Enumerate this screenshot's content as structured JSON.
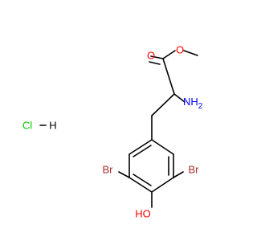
{
  "molecule": {
    "labels": {
      "ester_oxygen": "O",
      "carbonyl_oxygen": "O",
      "amine": "NH",
      "amine_h": "2",
      "bromine_left": "Br",
      "bromine_right": "Br",
      "hydroxyl": "HO",
      "hcl_cl": "Cl",
      "hcl_h": "H"
    },
    "colors": {
      "oxygen": "#ff0000",
      "nitrogen": "#0000ff",
      "bromine": "#a52a2a",
      "chlorine": "#00cc00",
      "bond": "#000000",
      "carbon": "#000000"
    }
  }
}
